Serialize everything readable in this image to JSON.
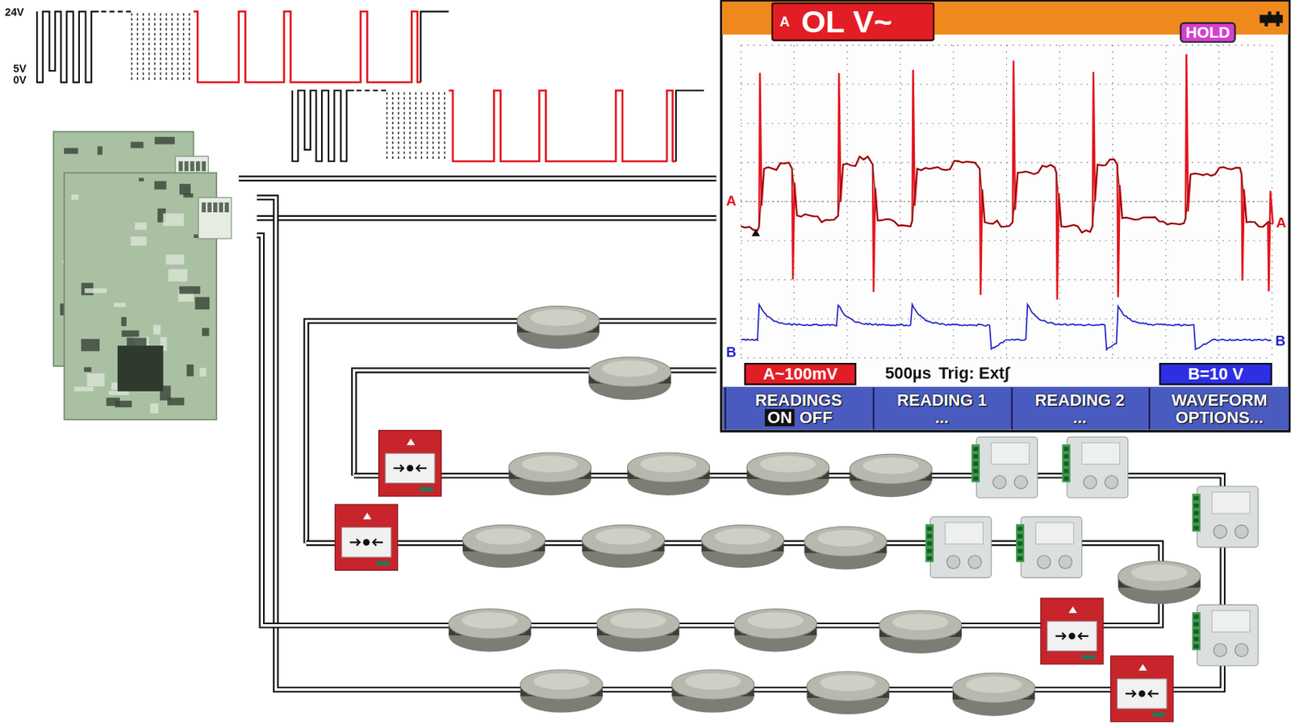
{
  "diagram": {
    "nodes": [
      {
        "text": [
          "A",
          "OL V~"
        ]
      },
      {
        "text": [
          "HOLD"
        ]
      },
      {
        "text": [
          "A~100mV"
        ]
      },
      {
        "text": [
          "B=10 V"
        ]
      },
      {
        "text": [
          "READINGS",
          "ON",
          "OFF"
        ]
      },
      {
        "text": [
          "READING 1",
          "..."
        ]
      },
      {
        "text": [
          "READING 2",
          "..."
        ]
      },
      {
        "text": [
          "WAVEFORM OPTIONS..."
        ]
      }
    ],
    "labels": [
      "24V",
      "5V",
      "0V",
      "A",
      "A",
      "B",
      "B",
      "500µs",
      "Trig: Ext∫"
    ]
  }
}
